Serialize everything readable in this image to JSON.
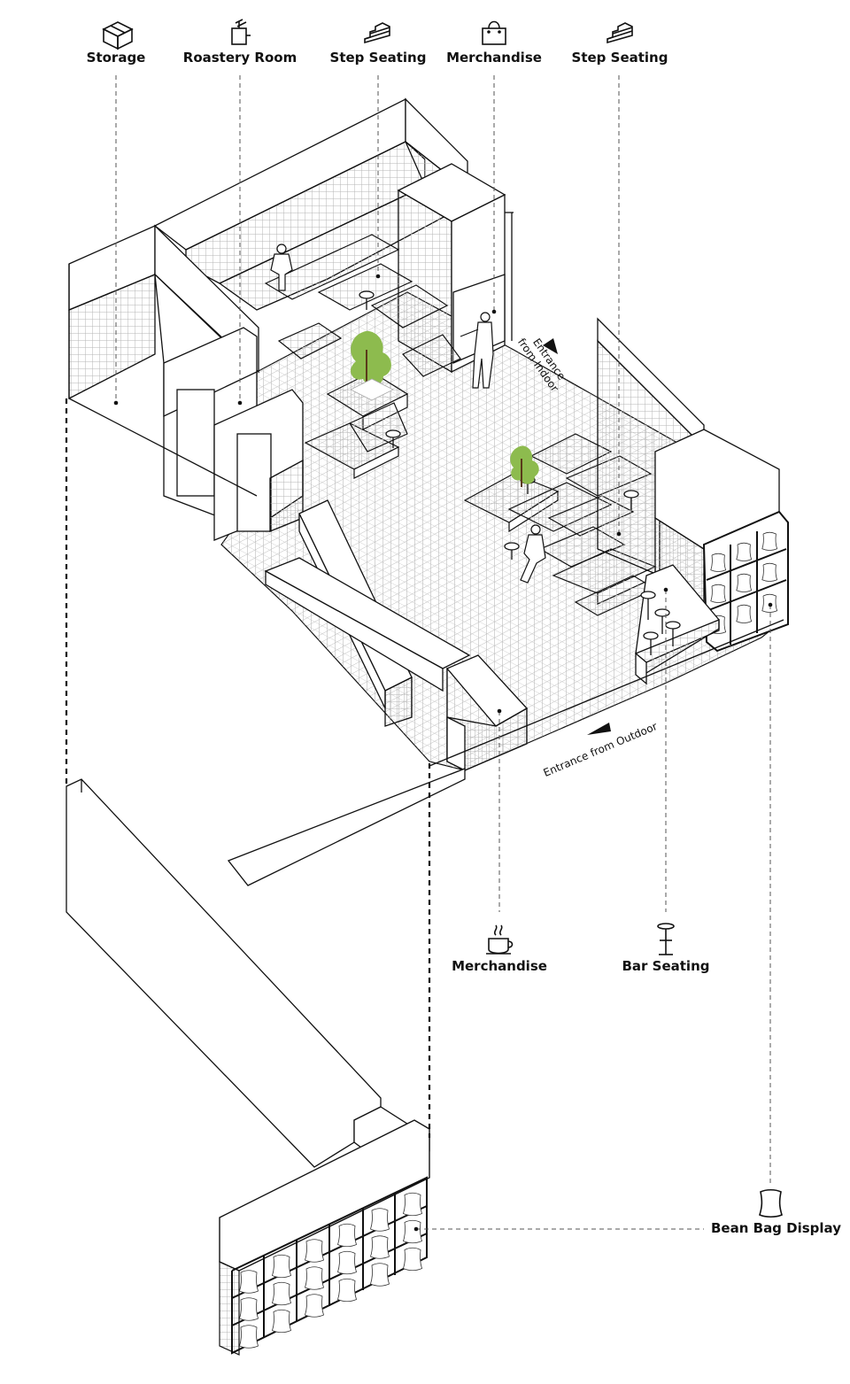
{
  "top_labels": [
    {
      "text": "Storage",
      "icon": "storage-box-icon"
    },
    {
      "text": "Roastery Room",
      "icon": "roaster-machine-icon"
    },
    {
      "text": "Step Seating",
      "icon": "steps-icon"
    },
    {
      "text": "Merchandise",
      "icon": "shopping-bag-icon"
    },
    {
      "text": "Step Seating",
      "icon": "steps-icon"
    }
  ],
  "bottom_labels": [
    {
      "text": "Merchandise",
      "icon": "coffee-cup-icon"
    },
    {
      "text": "Bar Seating",
      "icon": "bar-stool-icon"
    }
  ],
  "side_label": {
    "text": "Bean Bag Display",
    "icon": "bean-bag-icon"
  },
  "annotations": {
    "entrance_indoor_line1": "Entrance",
    "entrance_indoor_line2": "from Indoor",
    "entrance_outdoor": "Entrance from Outdoor"
  },
  "colors": {
    "line": "#111111",
    "grid": "#bdbdbd",
    "plant": "#8dbb4e",
    "plant_stem": "#5a3a1a"
  }
}
